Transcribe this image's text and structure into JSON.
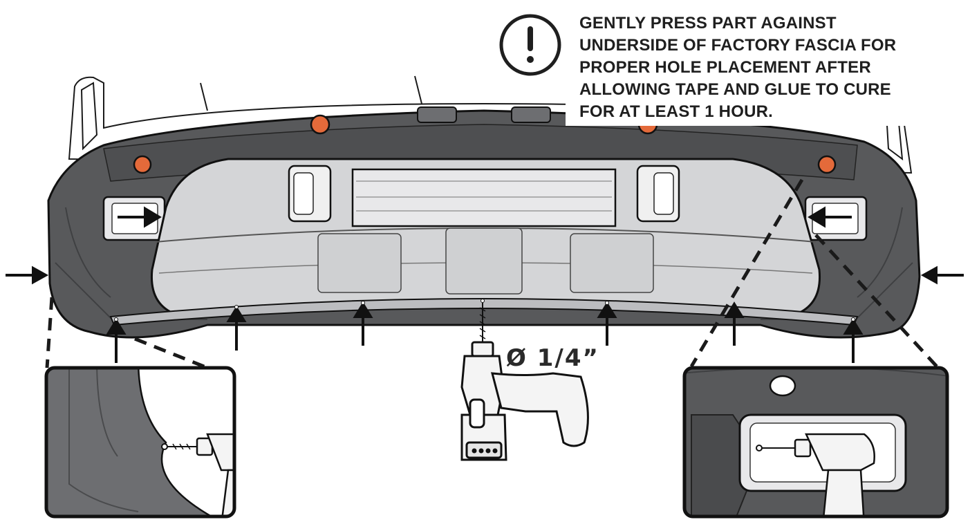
{
  "instruction_note": {
    "icon": "exclamation-circle-icon",
    "lines": [
      "GENTLY PRESS PART AGAINST",
      "UNDERSIDE OF FACTORY FASCIA FOR",
      "PROPER HOLE PLACEMENT AFTER",
      "ALLOWING TAPE AND GLUE TO CURE",
      "FOR AT LEAST 1 HOUR."
    ]
  },
  "drill_size_label": "Ø 1/4”",
  "colors": {
    "fascia_dark": "#58595b",
    "fascia_mid": "#6d6e71",
    "part_light": "#d4d5d7",
    "part_lighter": "#e8e8ea",
    "sensor_orange": "#e46a3a",
    "ink": "#1f1f1f",
    "outline": "#111111",
    "drill_white": "#f4f4f4"
  },
  "icons": [
    "exclamation-circle-icon",
    "arrow-right-icon",
    "arrow-left-icon",
    "arrow-up-icon",
    "drill-icon",
    "parking-sensor-icon",
    "detail-callout-frame"
  ]
}
